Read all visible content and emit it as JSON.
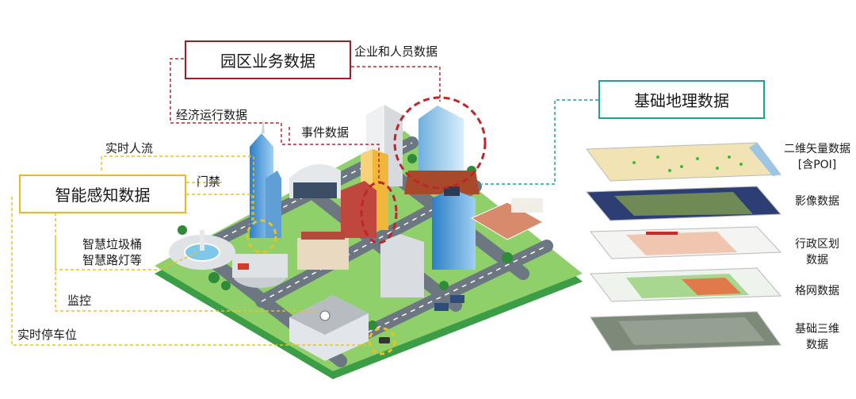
{
  "groups": {
    "park_business": {
      "title": "园区业务数据",
      "color": "#a11c24",
      "items": [
        "企业和人员数据",
        "经济运行数据",
        "事件数据"
      ]
    },
    "smart_sensing": {
      "title": "智能感知数据",
      "color": "#e9b920",
      "items": [
        "实时人流",
        "门禁",
        "智慧垃圾桶",
        "智慧路灯等",
        "监控",
        "实时停车位"
      ]
    },
    "base_geo": {
      "title": "基础地理数据",
      "color": "#19a397",
      "layers": [
        {
          "line1": "二维矢量数据",
          "line2": "[含POI]",
          "icon": "vector-map-layer"
        },
        {
          "line1": "影像数据",
          "line2": "",
          "icon": "imagery-map-layer"
        },
        {
          "line1": "行政区划",
          "line2": "数据",
          "icon": "admin-map-layer"
        },
        {
          "line1": "格网数据",
          "line2": "",
          "icon": "grid-map-layer"
        },
        {
          "line1": "基础三维",
          "line2": "数据",
          "icon": "3d-map-layer"
        }
      ]
    }
  },
  "city": {
    "icon": "isometric-city-illustration"
  }
}
